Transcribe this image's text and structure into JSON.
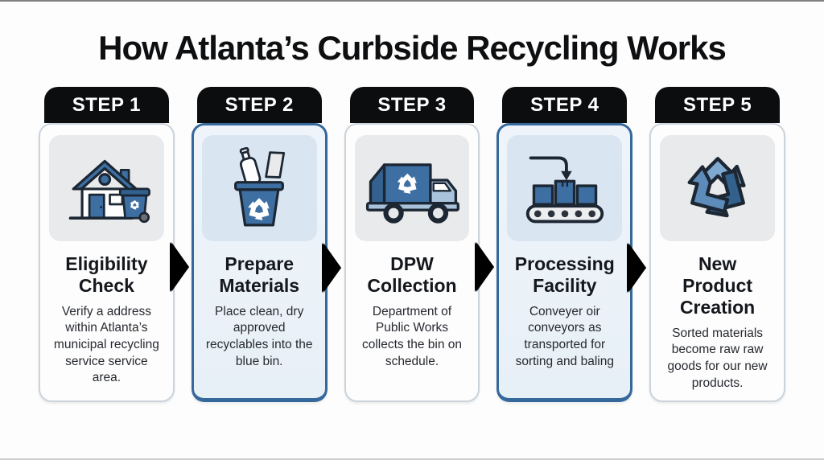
{
  "title": "How Atlanta’s Curbside Recycling Works",
  "colors": {
    "accent_blue": "#35689b",
    "icon_blue": "#3d6fa3",
    "icon_blue_dark": "#31608f",
    "icon_blue_light": "#a9c3dc",
    "header_black": "#0c0d0f",
    "highlight_card_bg": "#ecf3f9",
    "plain_card_border": "#cbd3db",
    "outline_dark": "#1c2733"
  },
  "steps": [
    {
      "label": "STEP 1",
      "title": "Eligibility Check",
      "description": "Verify a address within Atlanta’s municipal recycling service service area.",
      "icon": "house-with-recycling-bin-icon",
      "highlighted": false
    },
    {
      "label": "STEP 2",
      "title": "Prepare Materials",
      "description": "Place clean, dry approved recyclables into the blue bin.",
      "icon": "recycling-bin-with-items-icon",
      "highlighted": true
    },
    {
      "label": "STEP 3",
      "title": "DPW Collection",
      "description": "Department of Public Works collects the bin on schedule.",
      "icon": "recycling-truck-icon",
      "highlighted": false
    },
    {
      "label": "STEP 4",
      "title": "Processing Facility",
      "description": "Conveyer oir conveyors as transported for sorting and baling",
      "icon": "conveyor-belt-icon",
      "highlighted": true
    },
    {
      "label": "STEP 5",
      "title": "New Product Creation",
      "description": "Sorted materials become raw raw goods for our new products.",
      "icon": "recycling-arrows-icon",
      "highlighted": false
    }
  ]
}
